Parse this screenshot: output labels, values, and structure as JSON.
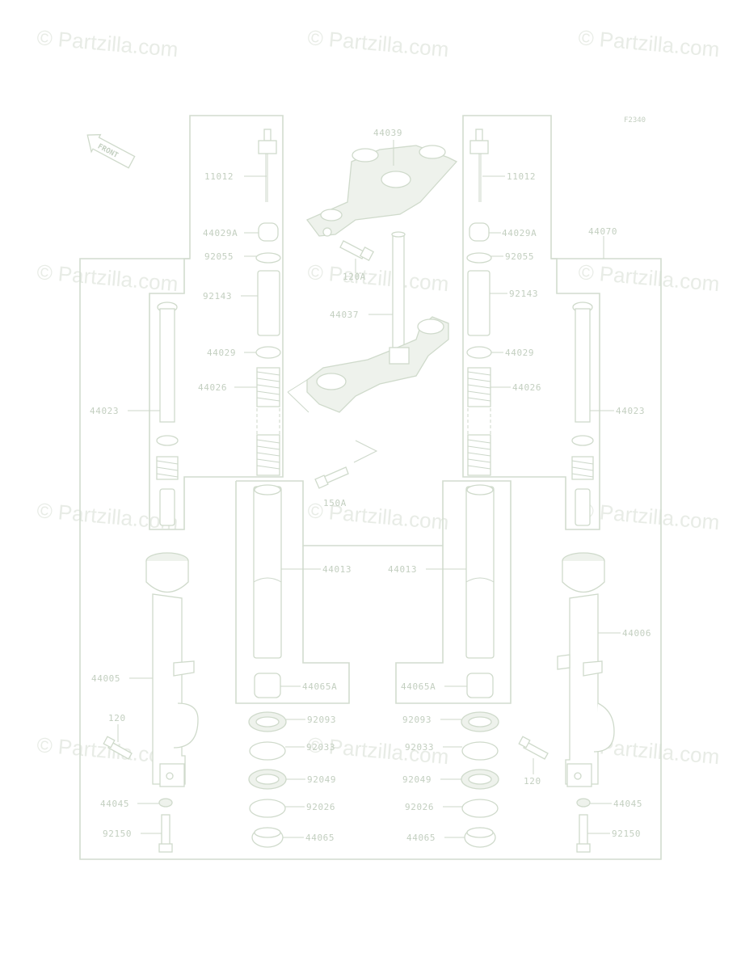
{
  "watermark": "© Partzilla.com",
  "figure_id": "F2340",
  "front_label": "FRONT",
  "labels": {
    "p44039": "44039",
    "p11012_l": "11012",
    "p11012_r": "11012",
    "p44029A_l": "44029A",
    "p44029A_r": "44029A",
    "p44070": "44070",
    "p92055_l": "92055",
    "p92055_r": "92055",
    "p120A_top": "120A",
    "p92143_l": "92143",
    "p92143_r": "92143",
    "p44037": "44037",
    "p44029_l": "44029",
    "p44029_r": "44029",
    "p44026_l": "44026",
    "p44026_r": "44026",
    "p44023_l": "44023",
    "p44023_r": "44023",
    "p120A_bot": "150A",
    "p44013_l": "44013",
    "p44013_r": "44013",
    "p44006": "44006",
    "p44005": "44005",
    "p44065A_l": "44065A",
    "p44065A_r": "44065A",
    "p120_l": "120",
    "p120_r": "120",
    "p92093_l": "92093",
    "p92093_r": "92093",
    "p92033_l": "92033",
    "p92033_r": "92033",
    "p92049_l": "92049",
    "p92049_r": "92049",
    "p44045_l": "44045",
    "p44045_r": "44045",
    "p92026_l": "92026",
    "p92026_r": "92026",
    "p92150_l": "92150",
    "p92150_r": "92150",
    "p44065_l": "44065",
    "p44065_r": "44065"
  },
  "colors": {
    "line": "#cfdacb",
    "text": "#c3cfc0",
    "watermark": "#e8ece6"
  }
}
